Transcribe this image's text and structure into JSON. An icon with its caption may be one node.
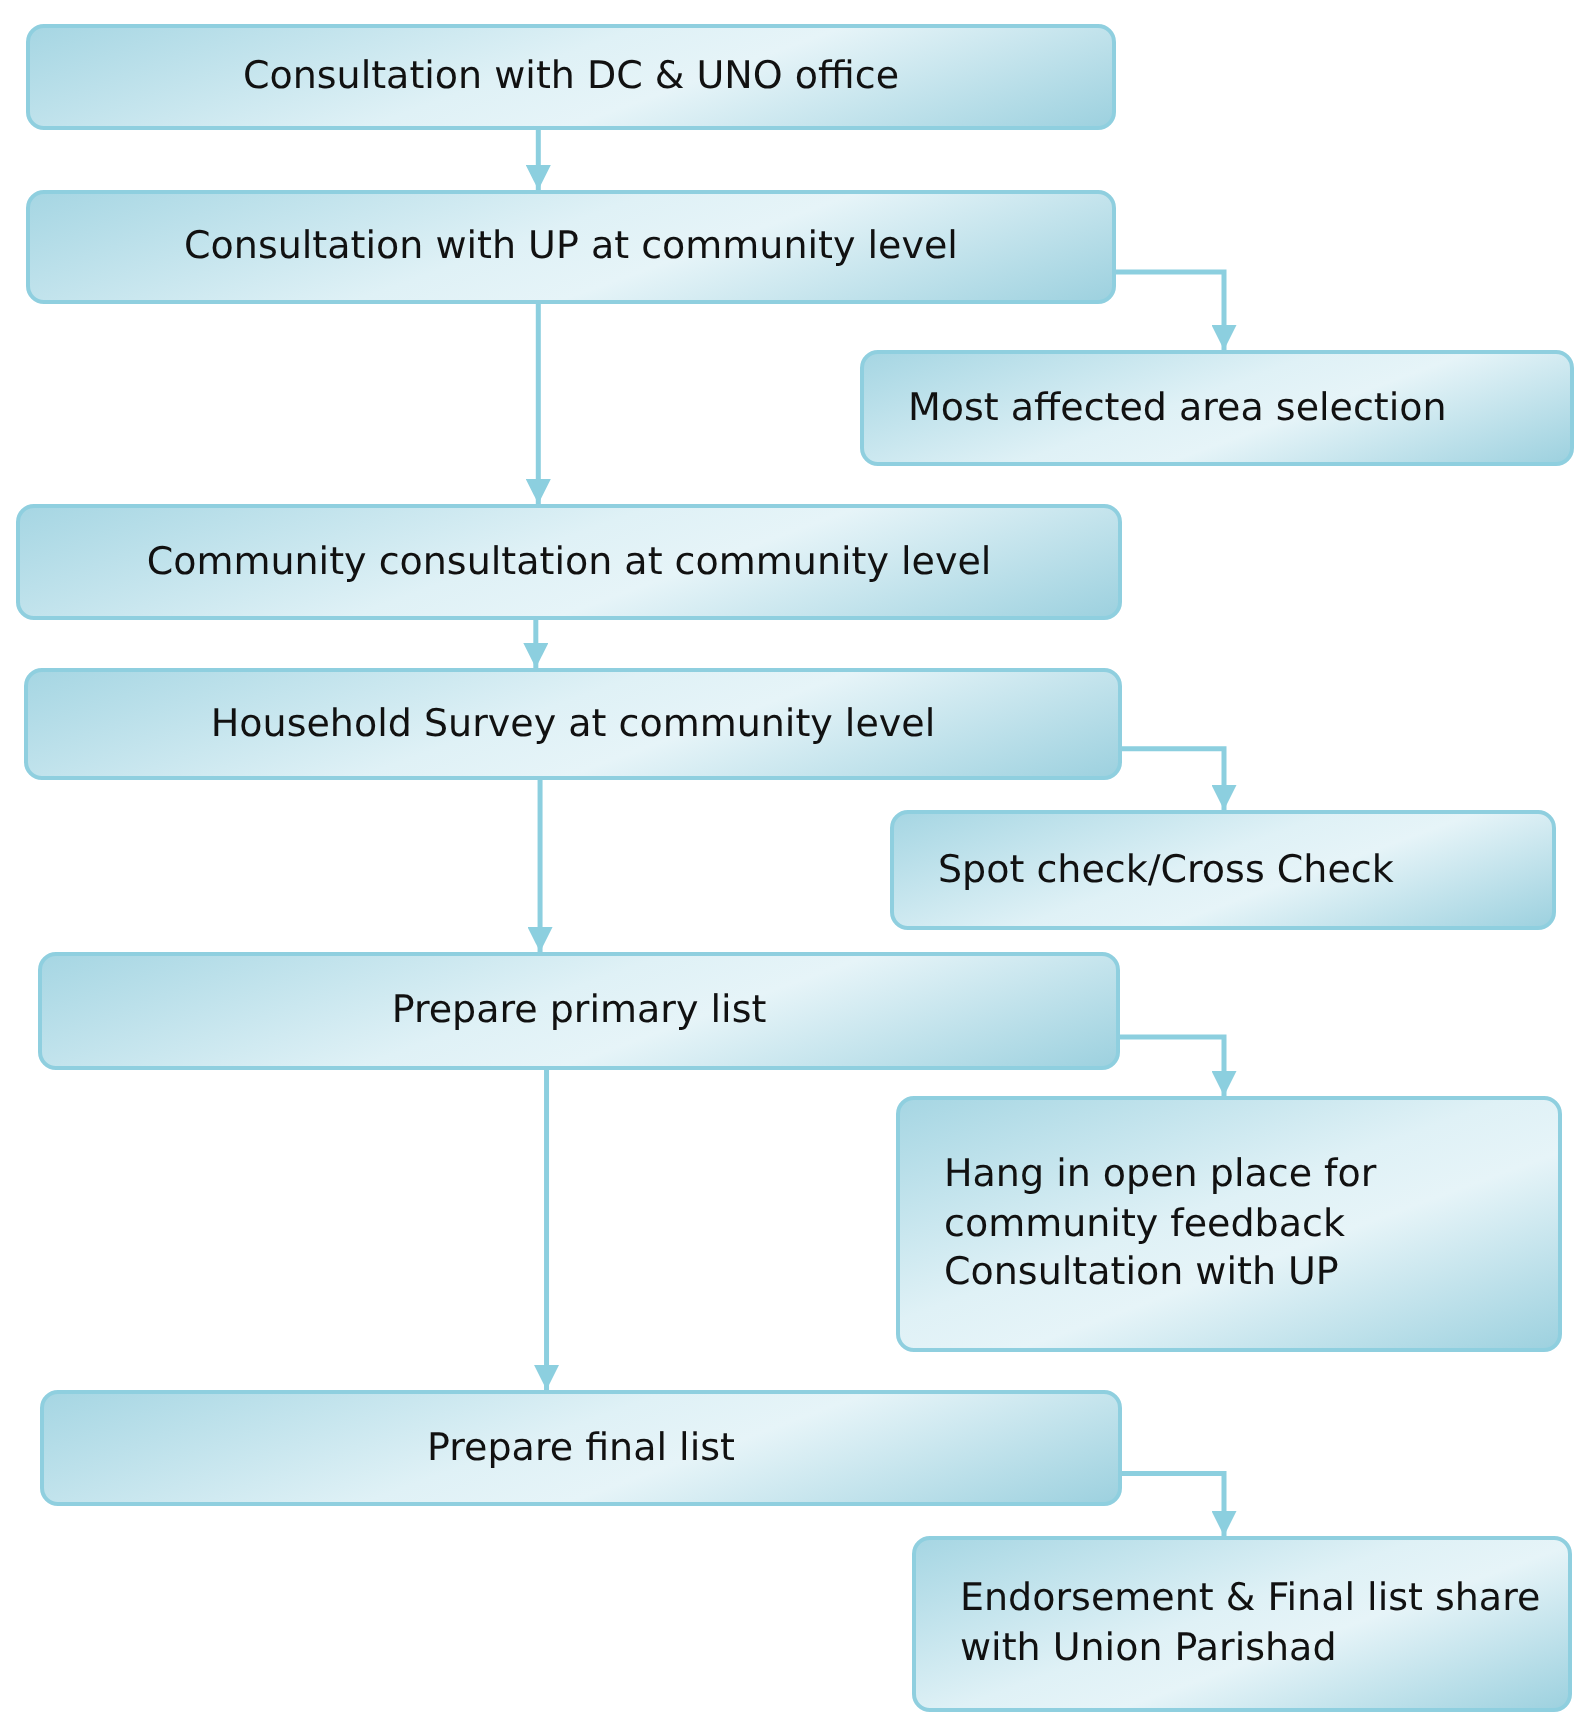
{
  "diagram": {
    "nodes": [
      {
        "text": [
          "Consultation with DC & UNO office"
        ]
      },
      {
        "text": [
          "Consultation with UP at community level"
        ]
      },
      {
        "text": [
          "Most affected area selection"
        ]
      },
      {
        "text": [
          "Community consultation at community level"
        ]
      },
      {
        "text": [
          "Household Survey at community level"
        ]
      },
      {
        "text": [
          "Spot check/Cross Check"
        ]
      },
      {
        "text": [
          "Prepare primary list"
        ]
      },
      {
        "text": [
          "Hang in open place for community feedback",
          "Consultation with UP"
        ]
      },
      {
        "text": [
          "Prepare final list"
        ]
      },
      {
        "text": [
          "Endorsement & Final list share with Union Parishad"
        ]
      }
    ],
    "edges": [
      {
        "from": 0,
        "to": 1,
        "arrow": "to"
      },
      {
        "from": 1,
        "to": 2,
        "arrow": "to"
      },
      {
        "from": 1,
        "to": 3,
        "arrow": "to"
      },
      {
        "from": 3,
        "to": 4,
        "arrow": "to"
      },
      {
        "from": 4,
        "to": 5,
        "arrow": "to"
      },
      {
        "from": 4,
        "to": 6,
        "arrow": "to"
      },
      {
        "from": 6,
        "to": 7,
        "arrow": "to"
      },
      {
        "from": 6,
        "to": 8,
        "arrow": "to"
      },
      {
        "from": 8,
        "to": 9,
        "arrow": "to"
      }
    ]
  }
}
